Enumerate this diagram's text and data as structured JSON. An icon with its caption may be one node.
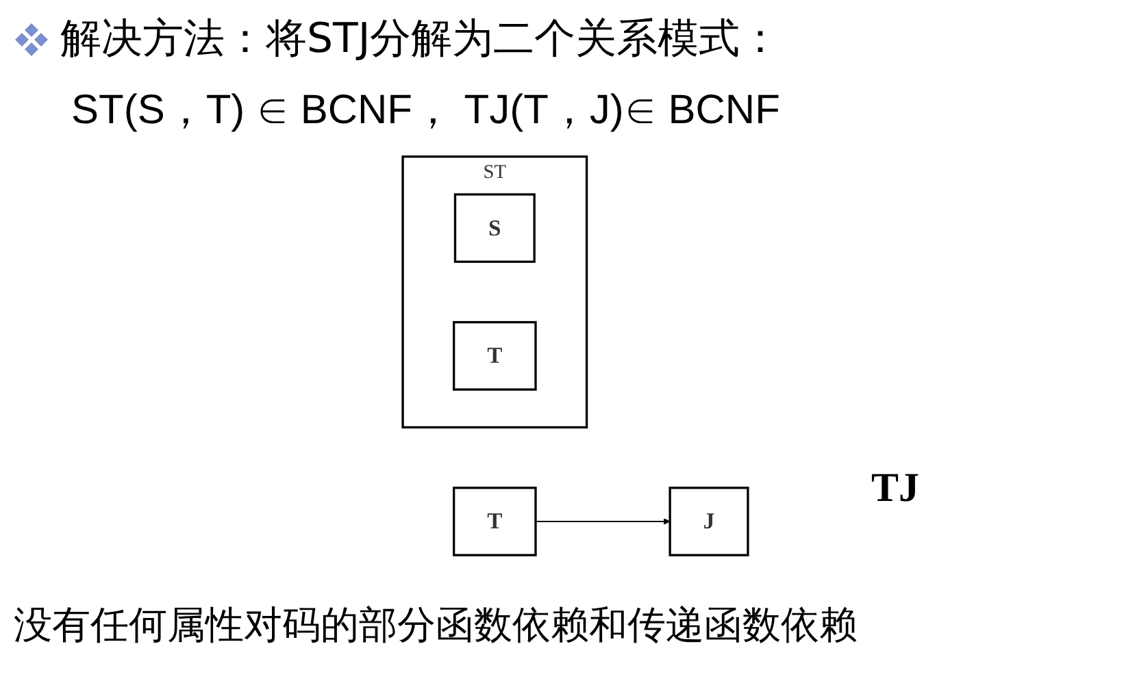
{
  "diagram": {
    "title": "解决方法：将STJ分解为二个关系模式：",
    "nodes": [
      {
        "text": [
          "ST"
        ]
      },
      {
        "text": [
          "S"
        ],
        "in": 0
      },
      {
        "text": [
          "T"
        ],
        "in": 0
      },
      {
        "text": [
          "T"
        ]
      },
      {
        "text": [
          "J"
        ]
      }
    ],
    "edges": [
      {
        "from": 3,
        "to": 4,
        "arrow": "to"
      }
    ],
    "labels": [
      "ST(S，T) ∈ BCNF， TJ(T，J)∈ BCNF",
      "TJ",
      "没有任何属性对码的部分函数依赖和传递函数依赖"
    ]
  }
}
